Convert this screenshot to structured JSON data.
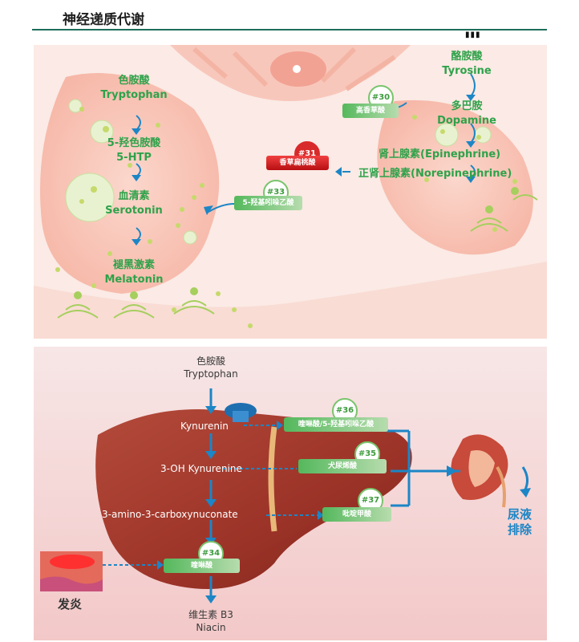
{
  "header": {
    "title": "神经递质代谢",
    "marks": "▮▮▮"
  },
  "neuron": {
    "tryptophan_cn": "色胺酸",
    "tryptophan_en": "Tryptophan",
    "htp_cn": "5-羟色胺酸",
    "htp_en": "5-HTP",
    "serotonin_cn": "血清素",
    "serotonin_en": "Serotonin",
    "melatonin_cn": "褪黑激素",
    "melatonin_en": "Melatonin",
    "tyrosine_cn": "酪胺酸",
    "tyrosine_en": "Tyrosine",
    "dopamine_cn": "多巴胺",
    "dopamine_en": "Dopamine",
    "epinephrine": "肾上腺素(Epinephrine)",
    "norepinephrine": "正肾上腺素(Norepinephrine)",
    "markers": [
      {
        "num": "#30",
        "label": "高香草酸"
      },
      {
        "num": "#31",
        "label": "香草扁桃酸"
      },
      {
        "num": "#33",
        "label": "5-羟基吲哚乙酸"
      }
    ]
  },
  "liver": {
    "tryptophan_cn": "色胺酸",
    "tryptophan_en": "Tryptophan",
    "kynurenin": "Kynurenin",
    "oh_kynurenine": "3-OH Kynurenine",
    "carboxynuconate": "3-amino-3-carboxynuconate",
    "niacin_cn": "维生素 B3",
    "niacin_en": "Niacin",
    "inflammation": "发炎",
    "urine_1": "尿液",
    "urine_2": "排除",
    "markers": [
      {
        "num": "#36",
        "label": "喹啉酸/5-羟基吲哚乙酸"
      },
      {
        "num": "#35",
        "label": "犬尿烯酸"
      },
      {
        "num": "#37",
        "label": "吡啶甲酸"
      },
      {
        "num": "#34",
        "label": "喹啉酸"
      }
    ]
  },
  "colors": {
    "green_text": "#2fa24a",
    "flow_arrow": "#1c86c6",
    "marker_red": "#d82a2a",
    "header_line": "#1e6e5a"
  }
}
